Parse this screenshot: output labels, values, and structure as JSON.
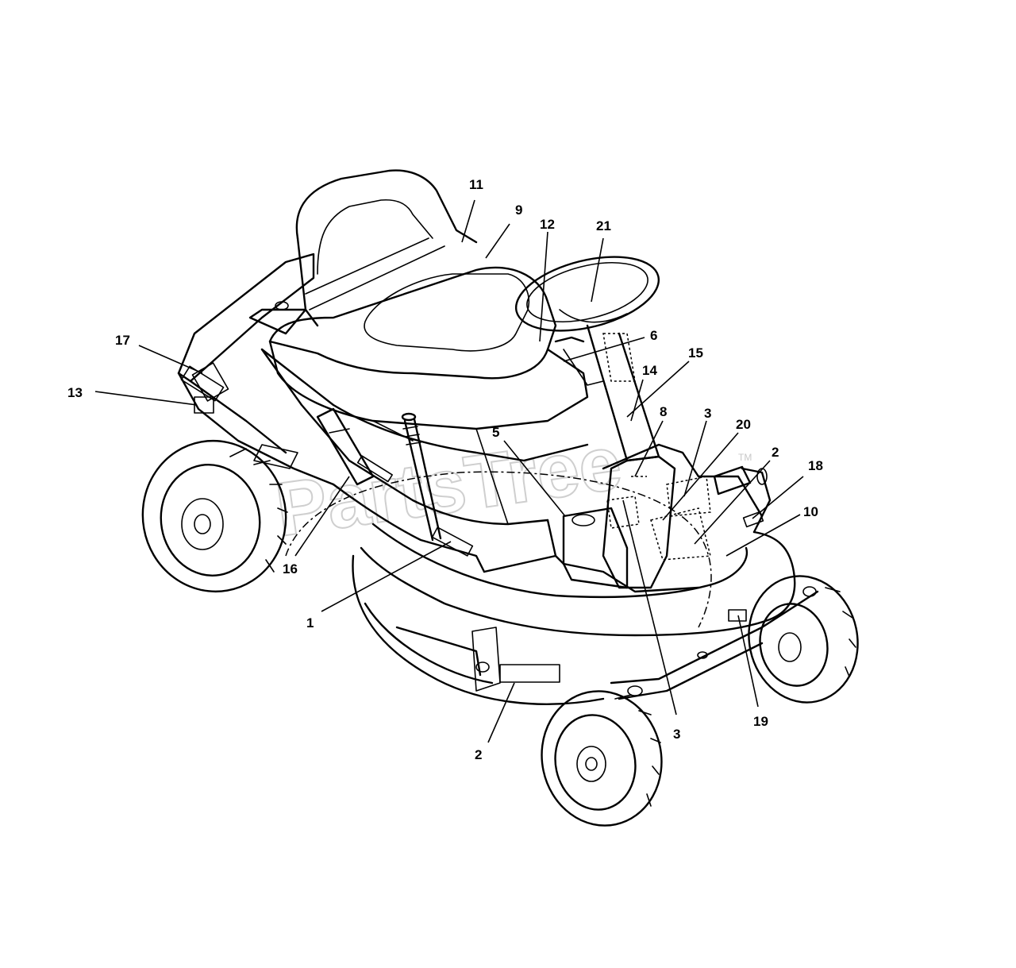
{
  "watermark": {
    "text": "PartsTree",
    "trademark": "TM"
  },
  "callouts": [
    {
      "id": "c11",
      "label": "11"
    },
    {
      "id": "c9",
      "label": "9"
    },
    {
      "id": "c12",
      "label": "12"
    },
    {
      "id": "c21",
      "label": "21"
    },
    {
      "id": "c6",
      "label": "6"
    },
    {
      "id": "c15",
      "label": "15"
    },
    {
      "id": "c14",
      "label": "14"
    },
    {
      "id": "c17",
      "label": "17"
    },
    {
      "id": "c13",
      "label": "13"
    },
    {
      "id": "c8",
      "label": "8"
    },
    {
      "id": "c3a",
      "label": "3"
    },
    {
      "id": "c20",
      "label": "20"
    },
    {
      "id": "c5",
      "label": "5"
    },
    {
      "id": "c2a",
      "label": "2"
    },
    {
      "id": "c18",
      "label": "18"
    },
    {
      "id": "c10",
      "label": "10"
    },
    {
      "id": "c16",
      "label": "16"
    },
    {
      "id": "c1",
      "label": "1"
    },
    {
      "id": "c3b",
      "label": "3"
    },
    {
      "id": "c19",
      "label": "19"
    },
    {
      "id": "c2b",
      "label": "2"
    }
  ]
}
